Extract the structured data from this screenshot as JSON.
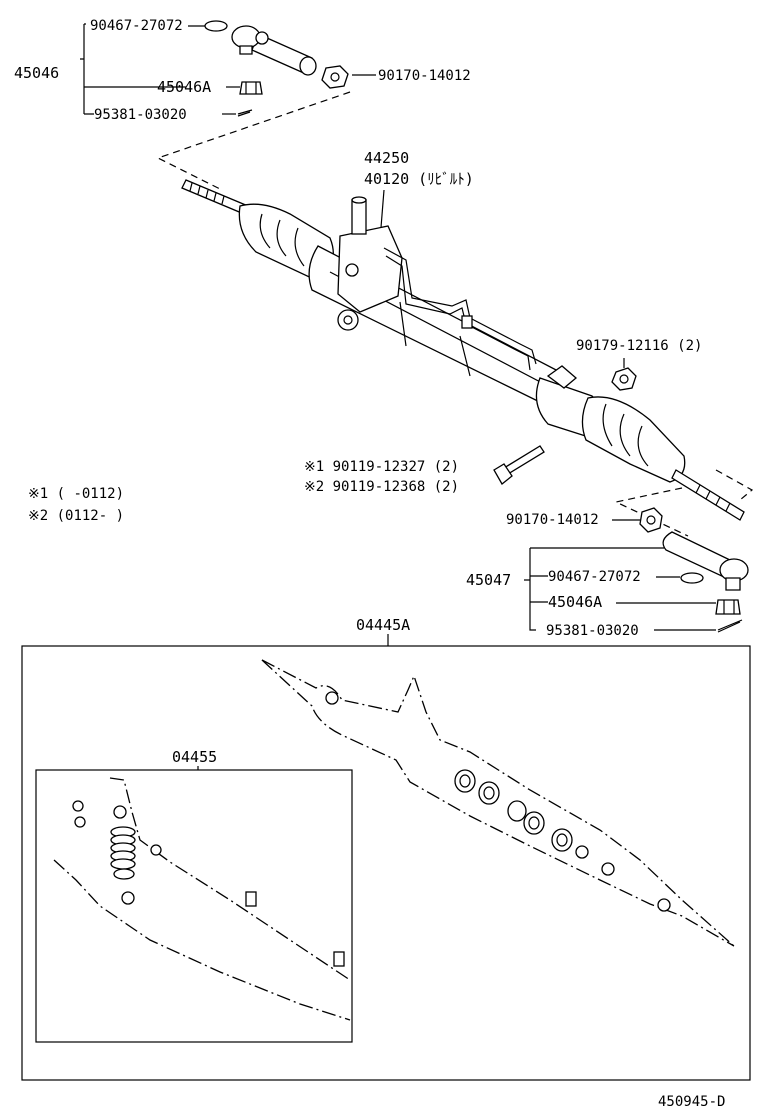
{
  "groups": {
    "tie_rod_end_left": {
      "assembly": "45046",
      "parts": [
        "90467-27072",
        "45046A",
        "95381-03020"
      ],
      "nut": "90170-14012"
    },
    "rack_assembly": {
      "part_no": "44250",
      "rebuilt_part_no": "40120 (ﾘﾋﾞﾙﾄ)",
      "mount_nut": "90179-12116 (2)",
      "bolt_1": "※1 90119-12327 (2)",
      "bolt_2": "※2 90119-12368 (2)"
    },
    "notes": {
      "note_1": "※1 (     -0112)",
      "note_2": "※2 (0112-     )"
    },
    "tie_rod_end_right": {
      "nut": "90170-14012",
      "assembly": "45047",
      "parts": [
        "90467-27072",
        "45046A",
        "95381-03020"
      ]
    },
    "kits": {
      "gasket_kit": "04445A",
      "seal_kit": "04455"
    },
    "figure_id": "450945-D"
  }
}
